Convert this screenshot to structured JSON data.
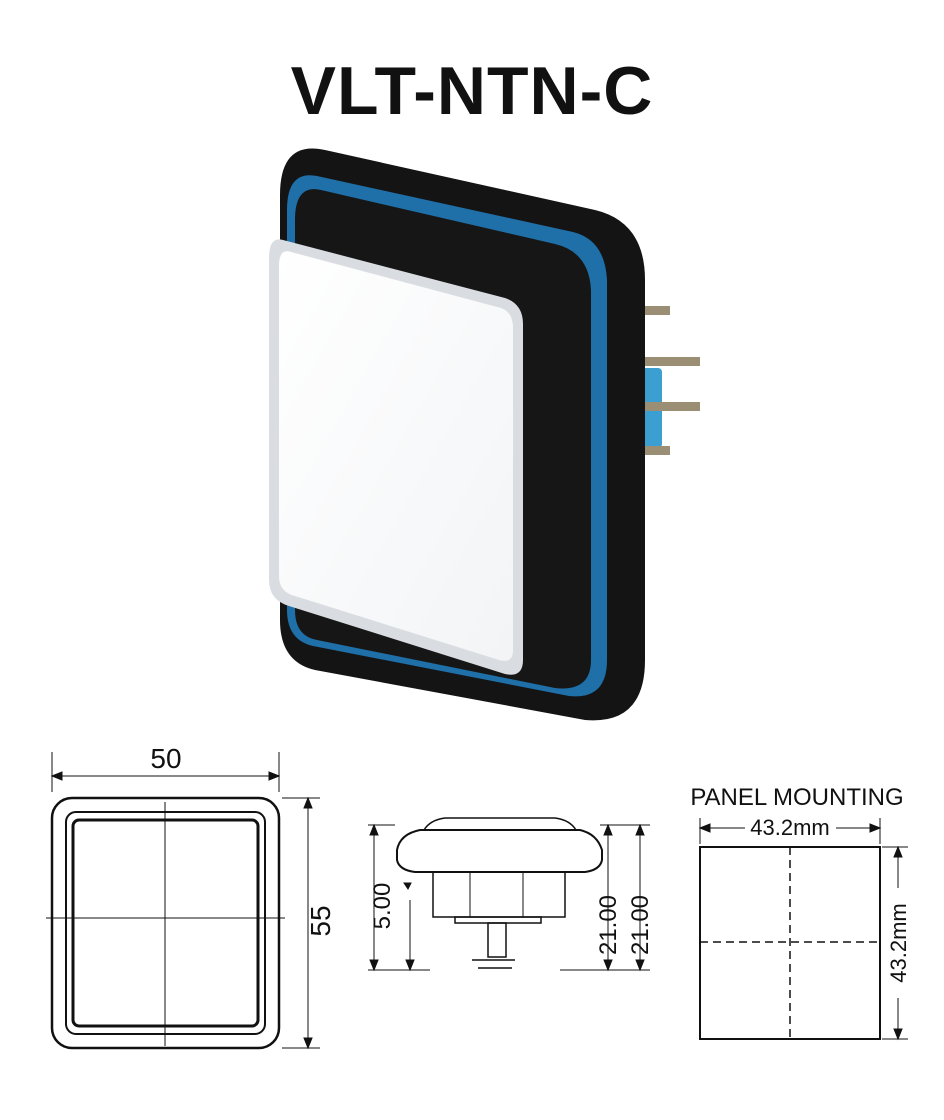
{
  "title": "VLT-NTN-C",
  "front_view": {
    "width_label": "50",
    "height_label": "55"
  },
  "side_view": {
    "depth_label": "5.00",
    "height_label_1": "21.00",
    "height_label_2": "21.00"
  },
  "panel_mounting": {
    "heading": "PANEL MOUNTING",
    "width_label": "43.2mm",
    "height_label": "43.2mm"
  },
  "colors": {
    "bezel": "#141414",
    "ring": "#1f6fa8",
    "lens": "#ffffff",
    "terminal": "#3b9fd1"
  }
}
